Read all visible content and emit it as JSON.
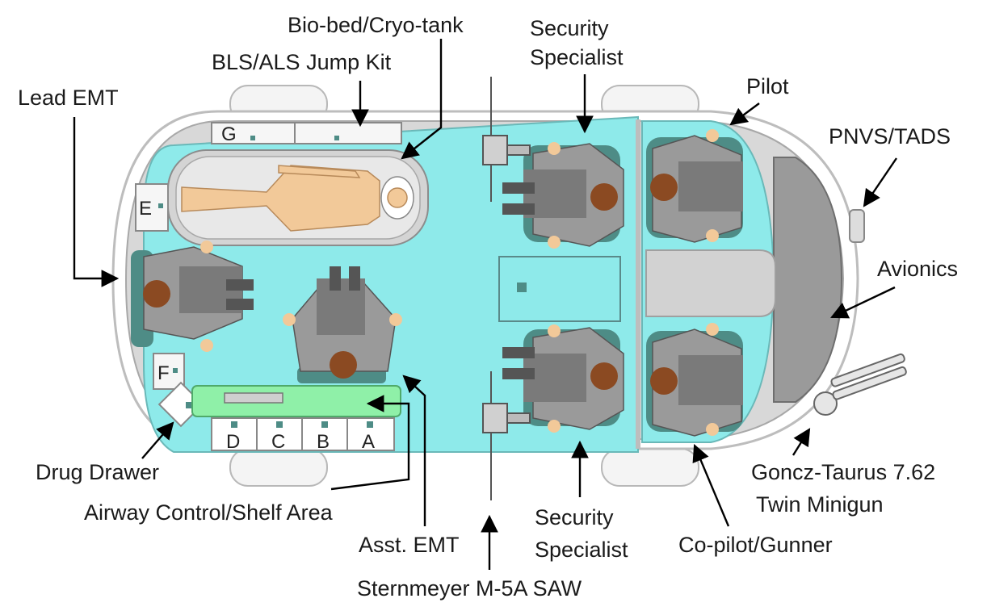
{
  "labels": {
    "bio_bed": "Bio-bed/Cryo-tank",
    "jump_kit": "BLS/ALS Jump Kit",
    "security_top_1": "Security",
    "security_top_2": "Specialist",
    "pilot": "Pilot",
    "pnvs": "PNVS/TADS",
    "lead_emt": "Lead EMT",
    "avionics": "Avionics",
    "drug_drawer": "Drug Drawer",
    "airway": "Airway Control/Shelf Area",
    "asst_emt": "Asst. EMT",
    "security_bottom_1": "Security",
    "security_bottom_2": "Specialist",
    "minigun_1": "Goncz-Taurus 7.62",
    "minigun_2": "Twin Minigun",
    "copilot": "Co-pilot/Gunner",
    "saw": "Sternmeyer M-5A SAW"
  },
  "compartments": {
    "g": "G",
    "e": "E",
    "f": "F",
    "d": "D",
    "c": "C",
    "b": "B",
    "a": "A"
  },
  "colors": {
    "cabin_floor": "#8eeaea",
    "hull": "#d8d8d8",
    "seat": "#4e8c86",
    "crew_body": "#8a8a8a",
    "skin": "#f2c999",
    "hair": "#8b4a22",
    "shelf": "#8ff0a8",
    "nose": "#9a9a9a"
  }
}
